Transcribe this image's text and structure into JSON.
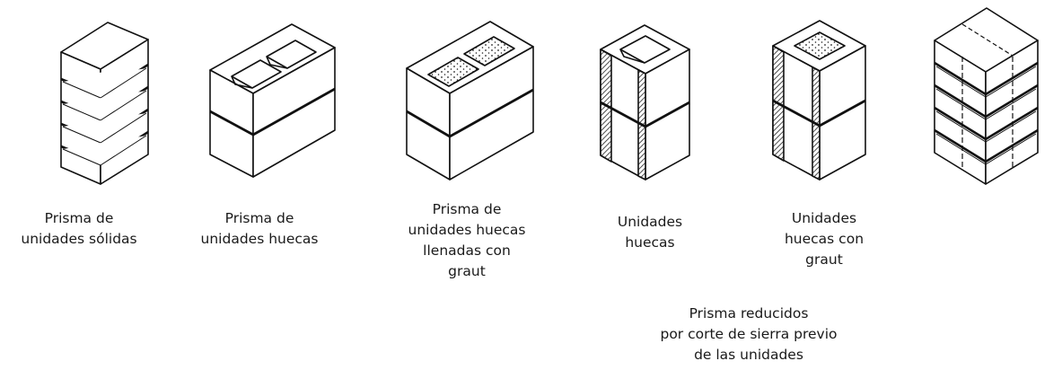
{
  "figure": {
    "prisms": [
      {
        "name": "solid-unit-prism",
        "caption": "Prisma de\nunidades sólidas"
      },
      {
        "name": "hollow-unit-prism",
        "caption": "Prisma de\nunidades huecas"
      },
      {
        "name": "grouted-hollow-unit-prism",
        "caption": "Prisma de\nunidades huecas\nllenadas con\ngraut"
      },
      {
        "name": "reduced-hollow-unit-prism",
        "caption": "Unidades\nhuecas"
      },
      {
        "name": "reduced-grouted-unit-prism",
        "caption": "Unidades\nhuecas con\ngraut"
      },
      {
        "name": "split-solid-unit-prism",
        "caption": ""
      }
    ],
    "group_caption": "Prisma reducidos\npor corte de sierra previo\nde las unidades"
  }
}
